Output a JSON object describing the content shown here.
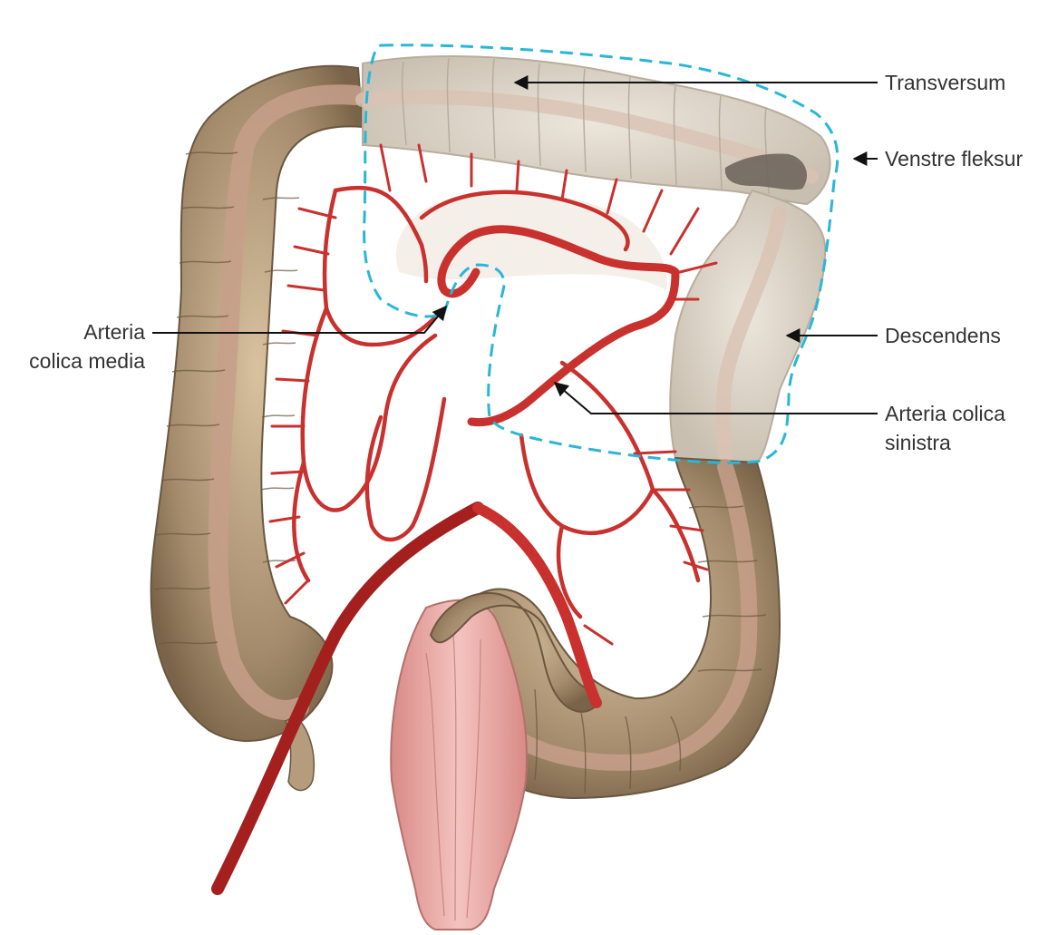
{
  "labels": {
    "transversum": "Transversum",
    "venstre_fleksur": "Venstre fleksur",
    "descendens": "Descendens",
    "arteria_colica_sinistra_line1": "Arteria colica",
    "arteria_colica_sinistra_line2": "sinistra",
    "arteria_colica_media_line1": "Arteria",
    "arteria_colica_media_line2": "colica media"
  },
  "colors": {
    "colon_fill": "#9c8468",
    "colon_stroke": "#6b5740",
    "colon_muscle": "#c8a58e",
    "highlight_fill": "#d9d2c7",
    "artery": "#c8312e",
    "artery_dark": "#a3201f",
    "mesentery": "#f3eee8",
    "rectum": "#e8a9a5",
    "dashed_outline": "#29b6d8",
    "leader_line": "#111111"
  },
  "icons": {
    "pointer": "arrowhead"
  }
}
